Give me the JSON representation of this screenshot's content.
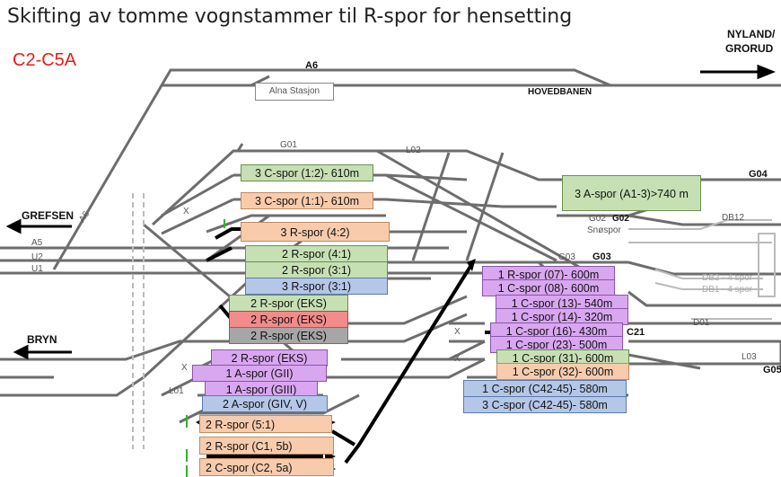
{
  "header": {
    "title": "Skifting av tomme vognstammer til R-spor for hensetting",
    "subtitle": "C2-C5A",
    "subtitle_color": "#e0201a"
  },
  "direction_labels": {
    "nyland": "NYLAND/",
    "grorud": "GRORUD",
    "grefsen": "GREFSEN",
    "bryn": "BRYN"
  },
  "track_labels": {
    "a6_top": "A6",
    "a6_diag": "A6",
    "alna_stasjon": "Alna Stasjon",
    "hovedbanen": "HOVEDBANEN",
    "g01": "G01",
    "l02": "L02",
    "g04": "G04",
    "x_left": "X",
    "g02_grey": "G02",
    "g02": "G02",
    "db12": "DB12",
    "snospor": "Snøspor",
    "a5": "A5",
    "u2": "U2",
    "u1": "U1",
    "g03_grey": "G03",
    "g03": "G03",
    "db2": "DB2 - 4 spor",
    "db1": "DB1 - 4 spor",
    "d01": "D01",
    "c21": "C21",
    "x_mid1": "X",
    "x_mid2": "X",
    "x_low": "X",
    "l03": "L03",
    "g05": "G05",
    "l01": "L01"
  },
  "boxes": {
    "c12": "3 C-spor (1:2)- 610m",
    "c11": "3 C-spor (1:1)- 610m",
    "a13": "3 A-spor (A1-3)>740 m",
    "r42": "3 R-spor (4:2)",
    "r41": "2 R-spor (4:1)",
    "r31a": "2 R-spor (3:1)",
    "r31b": "3 R-spor (3:1)",
    "eks1": "2 R-spor (EKS)",
    "eks2": "2 R-spor (EKS)",
    "eks3": "2 R-spor (EKS)",
    "r07": "1 R-spor (07)- 600m",
    "c08": "1 C-spor (08)- 600m",
    "c13": "1 C-spor (13)- 540m",
    "c14": "1 C-spor (14)- 320m",
    "c16": "1 C-spor (16)- 430m",
    "c23": "1 C-spor (23)- 500m",
    "c31": "1 C-spor (31)- 600m",
    "c32": "1 C-spor (32)- 600m",
    "eks4": "2 R-spor (EKS)",
    "agii": "1 A-spor (GII)",
    "agiii": "1 A-spor (GIII)",
    "agiv": "2 A-spor (GIV, V)",
    "c4245a": "1 C-spor (C42-45)- 580m",
    "c4245b": "3 C-spor (C42-45)- 580m",
    "r51": "2 R-spor (5:1)",
    "rc15b": "2 R-spor (C1, 5b)",
    "cc25a": "2 C-spor (C2, 5a)"
  },
  "colors": {
    "green": "#c6e0b4",
    "orange": "#f8cbad",
    "blue": "#b4c7e7",
    "purple": "#d9a6f0",
    "red": "#f28b8b",
    "grey": "#a6a6a6",
    "track": "#6d6d6d"
  }
}
